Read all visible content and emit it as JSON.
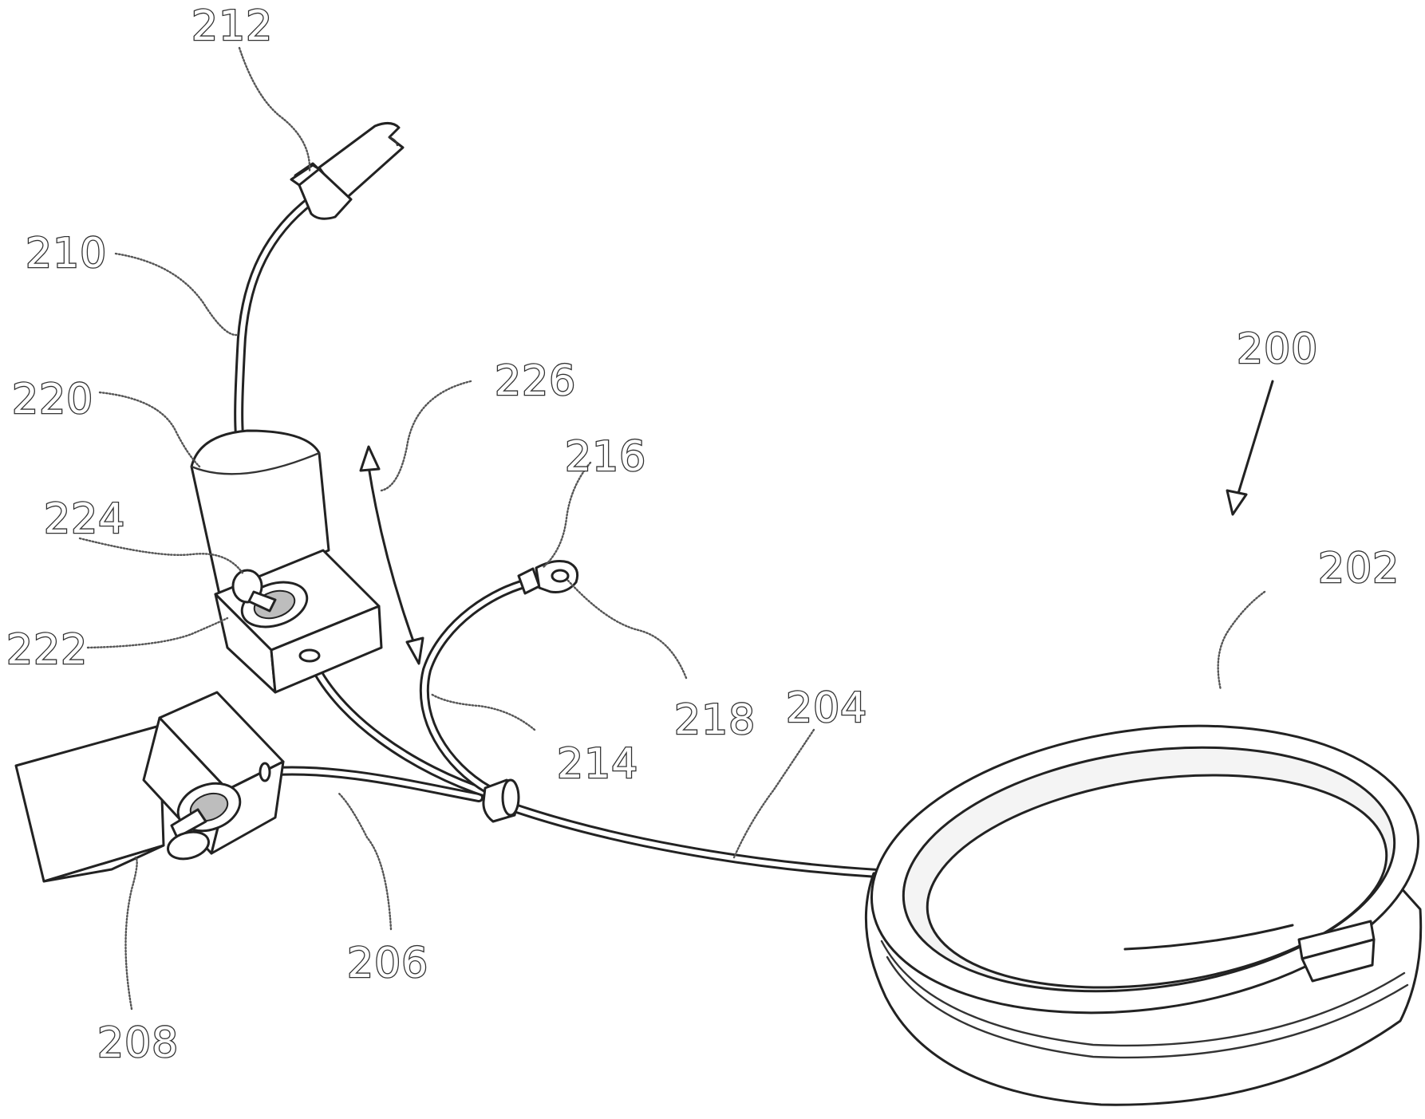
{
  "figure": {
    "labels": {
      "l200": "200",
      "l202": "202",
      "l204": "204",
      "l206": "206",
      "l208": "208",
      "l210": "210",
      "l212": "212",
      "l214": "214",
      "l216": "216",
      "l218": "218",
      "l220": "220",
      "l222": "222",
      "l224": "224",
      "l226": "226"
    }
  }
}
